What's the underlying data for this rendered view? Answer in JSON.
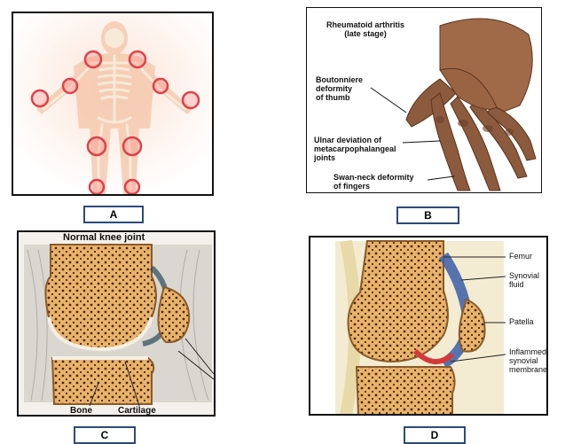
{
  "panels": {
    "a": {
      "tag": "A"
    },
    "b": {
      "tag": "B",
      "labels": {
        "title": "Rheumatoid arthritis\n(late stage)",
        "boutonniere": "Boutonniere\ndeformity\nof thumb",
        "ulnar": "Ulnar deviation of\nmetacarpophalangeal\njoints",
        "swan": "Swan-neck deformity\nof fingers"
      }
    },
    "c": {
      "tag": "C",
      "labels": {
        "title": "Normal knee joint",
        "bone": "Bone",
        "cartilage": "Cartilage"
      }
    },
    "d": {
      "tag": "D",
      "labels": {
        "femur": "Femur",
        "synovial_fluid": "Synovial\nfluid",
        "patella": "Patella",
        "inflamed": "Inflammed\nsynovial\nmembrane"
      }
    }
  },
  "colors": {
    "bone": "#e9b36a",
    "bone_pore": "#4a2a14",
    "joint_red": "#e0404a",
    "skin_hand": "#9a6a4a",
    "fluid_blue": "#3a5ea8",
    "tag_border": "#2c4a7a"
  }
}
